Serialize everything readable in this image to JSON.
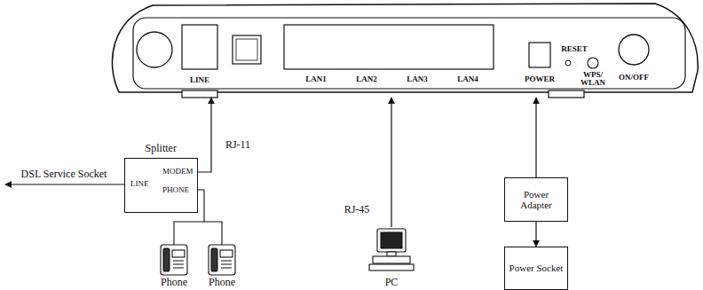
{
  "diagram": {
    "nodes": [
      {
        "text": [
          "Splitter",
          "LINE",
          "MODEM",
          "PHONE"
        ]
      },
      {
        "text": [
          "Power Adapter"
        ]
      },
      {
        "text": [
          "Power Socket"
        ]
      }
    ],
    "edges": [
      {
        "from": 1,
        "to": 2,
        "arrow": "to"
      }
    ],
    "labels": [
      "LINE",
      "LAN1",
      "LAN2",
      "LAN3",
      "LAN4",
      "POWER",
      "RESET",
      "WPS/ WLAN",
      "ON/OFF",
      "DSL Service Socket",
      "RJ-11",
      "Phone",
      "Phone",
      "RJ-45",
      "PC"
    ]
  }
}
